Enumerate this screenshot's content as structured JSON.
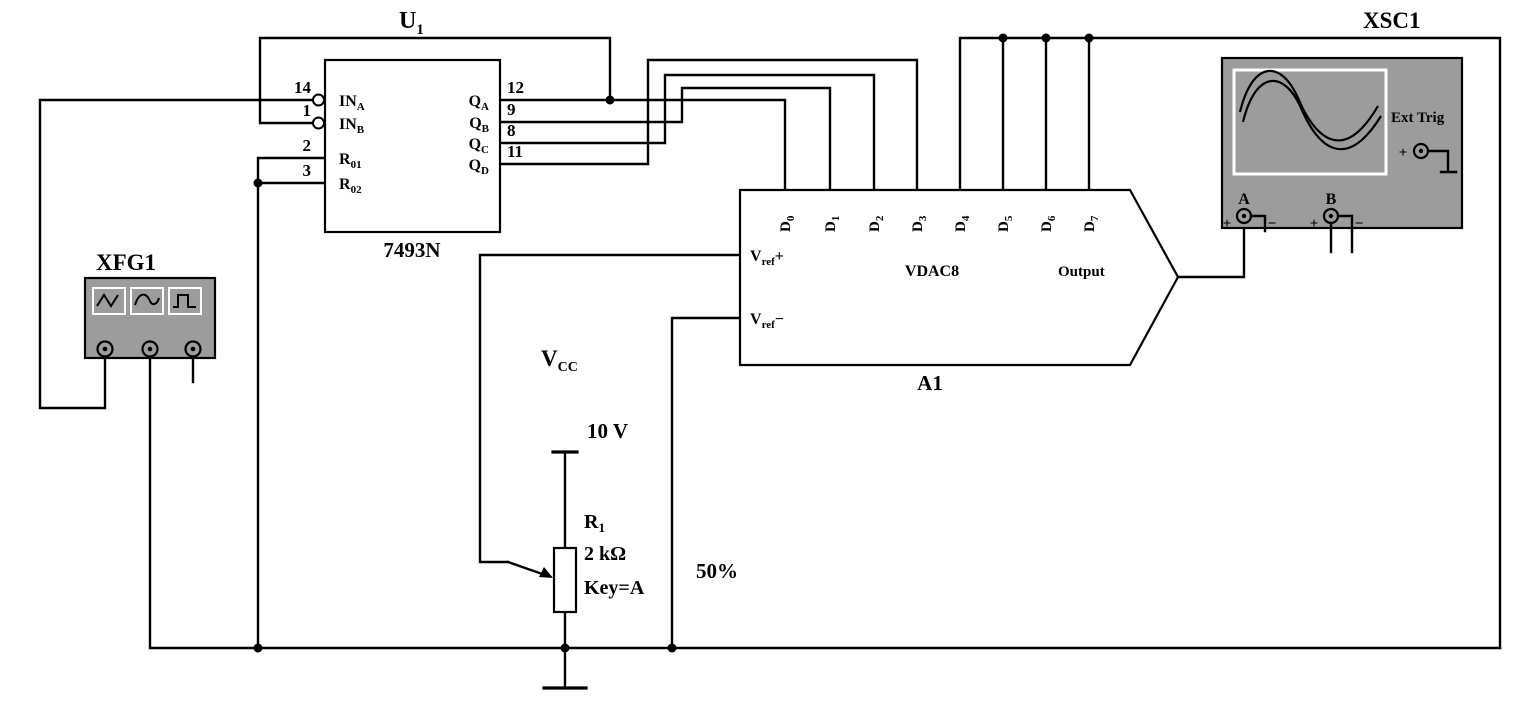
{
  "u1": {
    "ref": {
      "main": "U",
      "sub": "1"
    },
    "part": "7493N",
    "left_pins": [
      {
        "num": "14",
        "name": "IN",
        "sub": "A"
      },
      {
        "num": "1",
        "name": "IN",
        "sub": "B"
      },
      {
        "num": "2",
        "name": "R",
        "sub": "01"
      },
      {
        "num": "3",
        "name": "R",
        "sub": "02"
      }
    ],
    "right_pins": [
      {
        "num": "12",
        "name": "Q",
        "sub": "A"
      },
      {
        "num": "9",
        "name": "Q",
        "sub": "B"
      },
      {
        "num": "8",
        "name": "Q",
        "sub": "C"
      },
      {
        "num": "11",
        "name": "Q",
        "sub": "D"
      }
    ]
  },
  "xfg1": {
    "ref": "XFG1"
  },
  "xsc1": {
    "ref": "XSC1",
    "ext_trig": "Ext Trig",
    "channel_a": "A",
    "channel_b": "B",
    "plus": "+",
    "minus": "−"
  },
  "a1": {
    "ref": "A1",
    "part": "VDAC8",
    "output_label": "Output",
    "vref_plus": {
      "main": "V",
      "sub": "ref",
      "suffix": "+"
    },
    "vref_minus": {
      "main": "V",
      "sub": "ref",
      "suffix": "−"
    },
    "d_pins": [
      {
        "name": "D",
        "sub": "0"
      },
      {
        "name": "D",
        "sub": "1"
      },
      {
        "name": "D",
        "sub": "2"
      },
      {
        "name": "D",
        "sub": "3"
      },
      {
        "name": "D",
        "sub": "4"
      },
      {
        "name": "D",
        "sub": "5"
      },
      {
        "name": "D",
        "sub": "6"
      },
      {
        "name": "D",
        "sub": "7"
      }
    ]
  },
  "vcc": {
    "name": "V",
    "sub": "CC",
    "value": "10 V"
  },
  "r1": {
    "ref": {
      "main": "R",
      "sub": "1"
    },
    "value": "2 kΩ",
    "key": "Key=A",
    "wiper": "50%"
  },
  "colors": {
    "background": "#ffffff",
    "wire": "#000000",
    "instrument_fill": "#9c9c9c",
    "screen_border": "#ffffff",
    "text": "#000000"
  }
}
